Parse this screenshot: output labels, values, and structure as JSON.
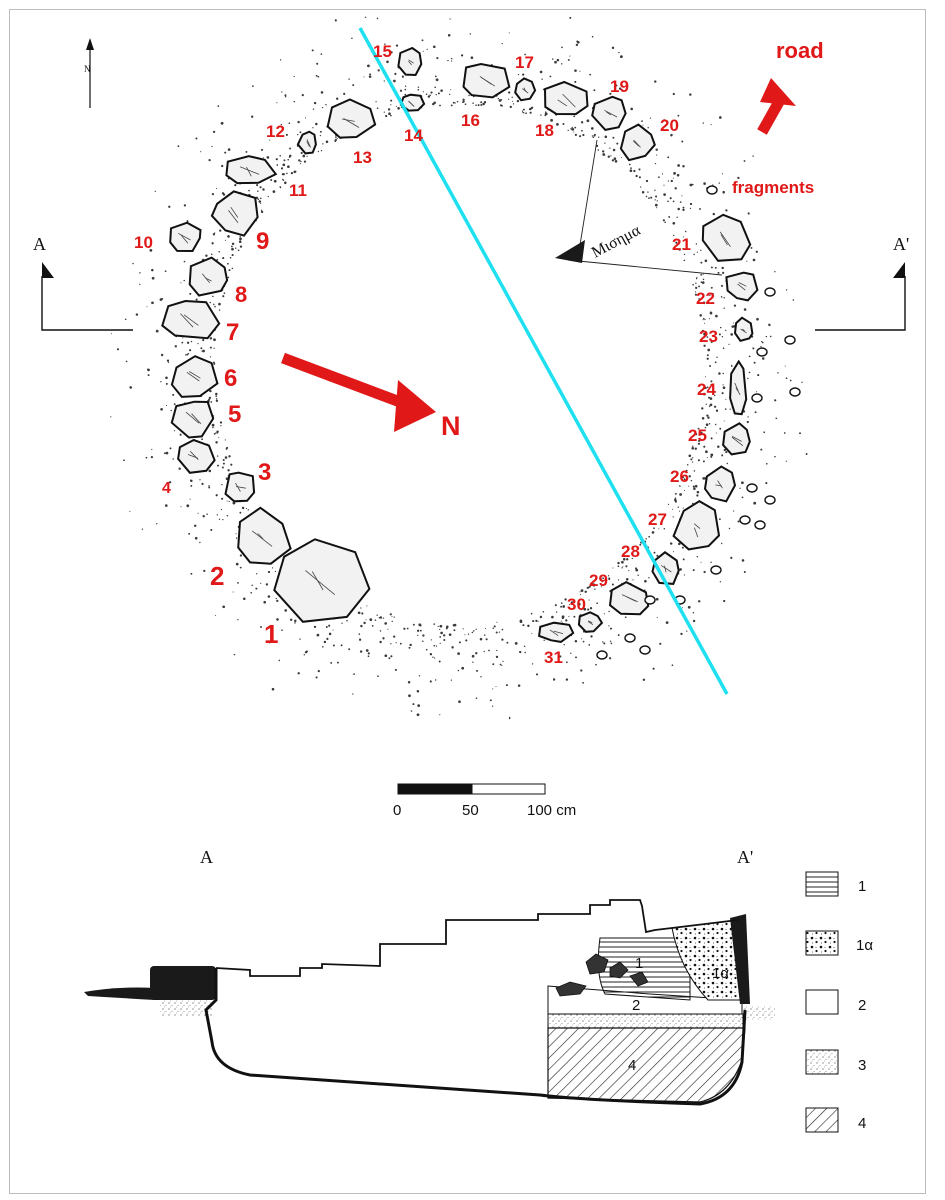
{
  "plan": {
    "stones": [
      {
        "label": "1"
      },
      {
        "label": "2"
      },
      {
        "label": "3"
      },
      {
        "label": "4"
      },
      {
        "label": "5"
      },
      {
        "label": "6"
      },
      {
        "label": "7"
      },
      {
        "label": "8"
      },
      {
        "label": "9"
      },
      {
        "label": "10"
      },
      {
        "label": "11"
      },
      {
        "label": "12"
      },
      {
        "label": "13"
      },
      {
        "label": "14"
      },
      {
        "label": "15"
      },
      {
        "label": "16"
      },
      {
        "label": "17"
      },
      {
        "label": "18"
      },
      {
        "label": "19"
      },
      {
        "label": "20"
      },
      {
        "label": "21"
      },
      {
        "label": "22"
      },
      {
        "label": "23"
      },
      {
        "label": "24"
      },
      {
        "label": "25"
      },
      {
        "label": "26"
      },
      {
        "label": "27"
      },
      {
        "label": "28"
      },
      {
        "label": "29"
      },
      {
        "label": "30"
      },
      {
        "label": "31"
      }
    ],
    "road_label": "road",
    "fragments_label": "fragments",
    "north_label": "N",
    "section_left": "A",
    "section_right": "A'",
    "greek_label": "Μισημα",
    "compass_letter": "N",
    "colors": {
      "annotation": "#e01818",
      "alignment_line": "#1ee0f0",
      "ink": "#111111"
    }
  },
  "scale_bar": {
    "ticks": [
      "0",
      "50",
      "100 cm"
    ]
  },
  "section": {
    "label_left": "A",
    "label_right": "A'",
    "layer_labels": [
      "1",
      "1α",
      "2",
      "4"
    ]
  },
  "legend": {
    "items": [
      {
        "label": "1",
        "pattern": "horizontal-lines"
      },
      {
        "label": "1α",
        "pattern": "dots-heavy"
      },
      {
        "label": "2",
        "pattern": "blank"
      },
      {
        "label": "3",
        "pattern": "stipple"
      },
      {
        "label": "4",
        "pattern": "diagonal-hatch"
      }
    ]
  }
}
